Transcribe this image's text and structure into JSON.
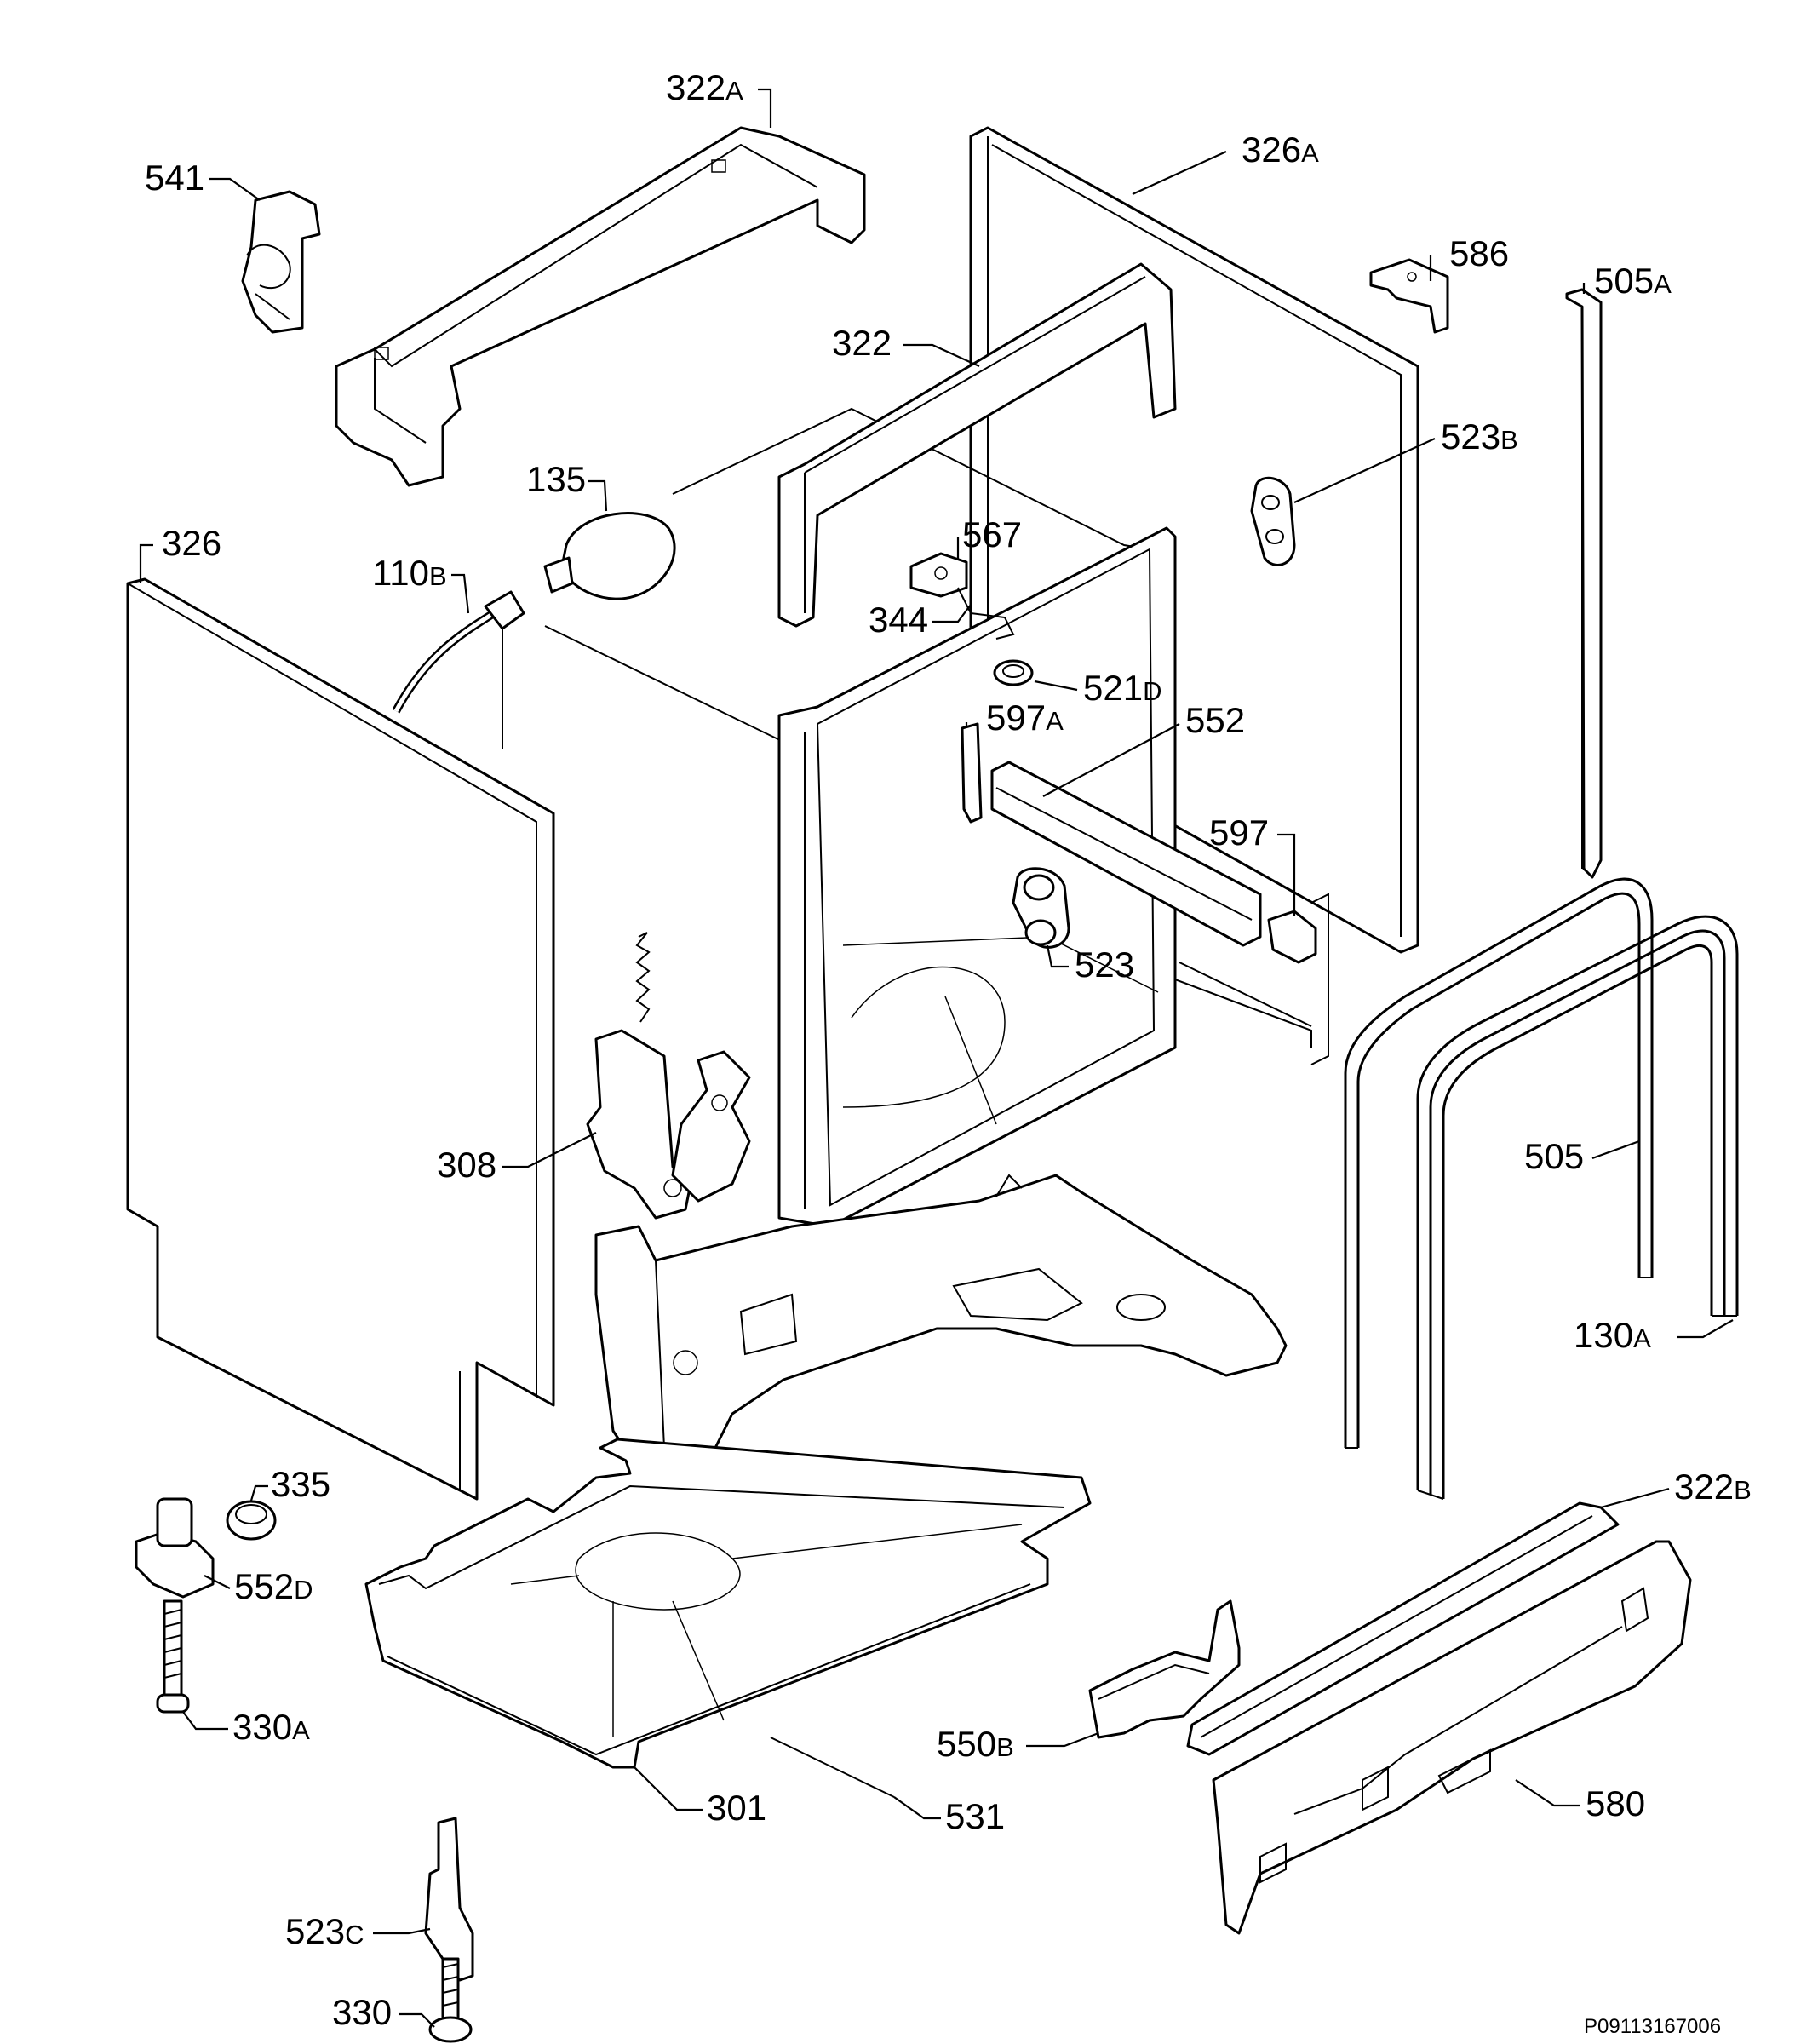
{
  "drawing_code": "P09113167006",
  "labels": {
    "l_322A": {
      "num": "322",
      "suffix": "A"
    },
    "l_541": {
      "num": "541",
      "suffix": ""
    },
    "l_326A": {
      "num": "326",
      "suffix": "A"
    },
    "l_586": {
      "num": "586",
      "suffix": ""
    },
    "l_505A": {
      "num": "505",
      "suffix": "A"
    },
    "l_322": {
      "num": "322",
      "suffix": ""
    },
    "l_523B": {
      "num": "523",
      "suffix": "B"
    },
    "l_135": {
      "num": "135",
      "suffix": ""
    },
    "l_567": {
      "num": "567",
      "suffix": ""
    },
    "l_326": {
      "num": "326",
      "suffix": ""
    },
    "l_110B": {
      "num": "110",
      "suffix": "B"
    },
    "l_344": {
      "num": "344",
      "suffix": ""
    },
    "l_521D": {
      "num": "521",
      "suffix": "D"
    },
    "l_597A": {
      "num": "597",
      "suffix": "A"
    },
    "l_552": {
      "num": "552",
      "suffix": ""
    },
    "l_597": {
      "num": "597",
      "suffix": ""
    },
    "l_523": {
      "num": "523",
      "suffix": ""
    },
    "l_308": {
      "num": "308",
      "suffix": ""
    },
    "l_505": {
      "num": "505",
      "suffix": ""
    },
    "l_130A": {
      "num": "130",
      "suffix": "A"
    },
    "l_335": {
      "num": "335",
      "suffix": ""
    },
    "l_552D": {
      "num": "552",
      "suffix": "D"
    },
    "l_322B": {
      "num": "322",
      "suffix": "B"
    },
    "l_330A": {
      "num": "330",
      "suffix": "A"
    },
    "l_550B": {
      "num": "550",
      "suffix": "B"
    },
    "l_580": {
      "num": "580",
      "suffix": ""
    },
    "l_301": {
      "num": "301",
      "suffix": ""
    },
    "l_531": {
      "num": "531",
      "suffix": ""
    },
    "l_523C": {
      "num": "523",
      "suffix": "C"
    },
    "l_330": {
      "num": "330",
      "suffix": ""
    }
  }
}
